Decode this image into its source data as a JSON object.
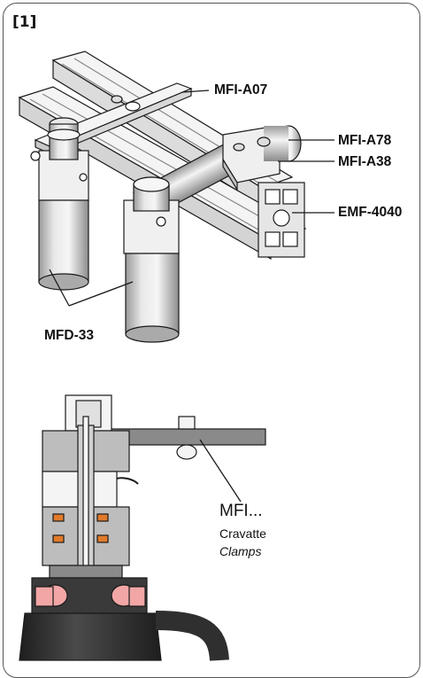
{
  "figure": {
    "number": "[1]"
  },
  "upper_assembly": {
    "labels": {
      "clamp_plate": "MFI-A07",
      "cross_clamp_cylinder": "MFI-A78",
      "cross_clamp_block": "MFI-A38",
      "profile": "EMF-4040",
      "gripper": "MFD-33"
    }
  },
  "lower_section": {
    "part_code": "MFI...",
    "caption_fr": "Cravatte",
    "caption_en": "Clamps"
  },
  "colors": {
    "line": "#1a1a1a",
    "part_fill": "#f4f4f4",
    "shade": "#c9c9c9",
    "section_grey": "#8a8a8a",
    "dark_grey": "#555555",
    "seal_pink": "#f2a6a6",
    "seal_orange": "#e07a2a",
    "base_dark": "#2f2f2f"
  }
}
